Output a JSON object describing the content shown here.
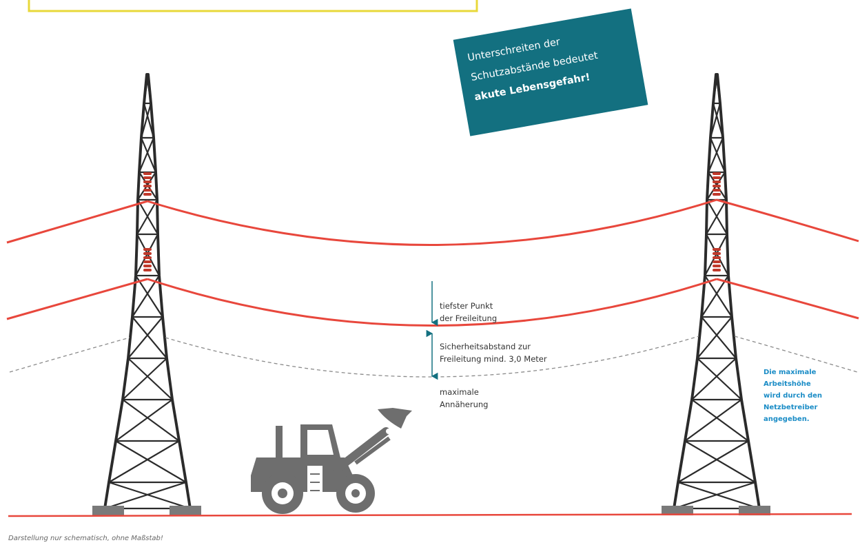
{
  "labels": {
    "lowest_point": [
      "tiefster Punkt",
      "der Freileitung"
    ],
    "safety_distance": [
      "Sicherheitsabstand zur",
      "Freileitung mind. 3,0 Meter"
    ],
    "max_approach": [
      "maximale",
      "Annäherung"
    ]
  },
  "operator_note": [
    "Die maximale",
    "Arbeitshöhe",
    "wird durch den",
    "Netzbetreiber",
    "angegeben."
  ],
  "warning": {
    "line1": "Unterschreiten der",
    "line2": "Schutzabstände bedeutet",
    "line3": "akute Lebensgefahr!"
  },
  "caption": "Darstellung nur schematisch, ohne Maßstab!",
  "colors": {
    "line_red": "#e8473c",
    "tower": "#2b2b2b",
    "insulator": "#c0392b",
    "arrow": "#137080",
    "banner_bg": "#137080",
    "note_blue": "#1a8cc6",
    "machine": "#6e6e6e",
    "yellow_box": "#e8d83a"
  },
  "icons": [
    "high-voltage-tower-icon",
    "wheel-loader-icon"
  ]
}
